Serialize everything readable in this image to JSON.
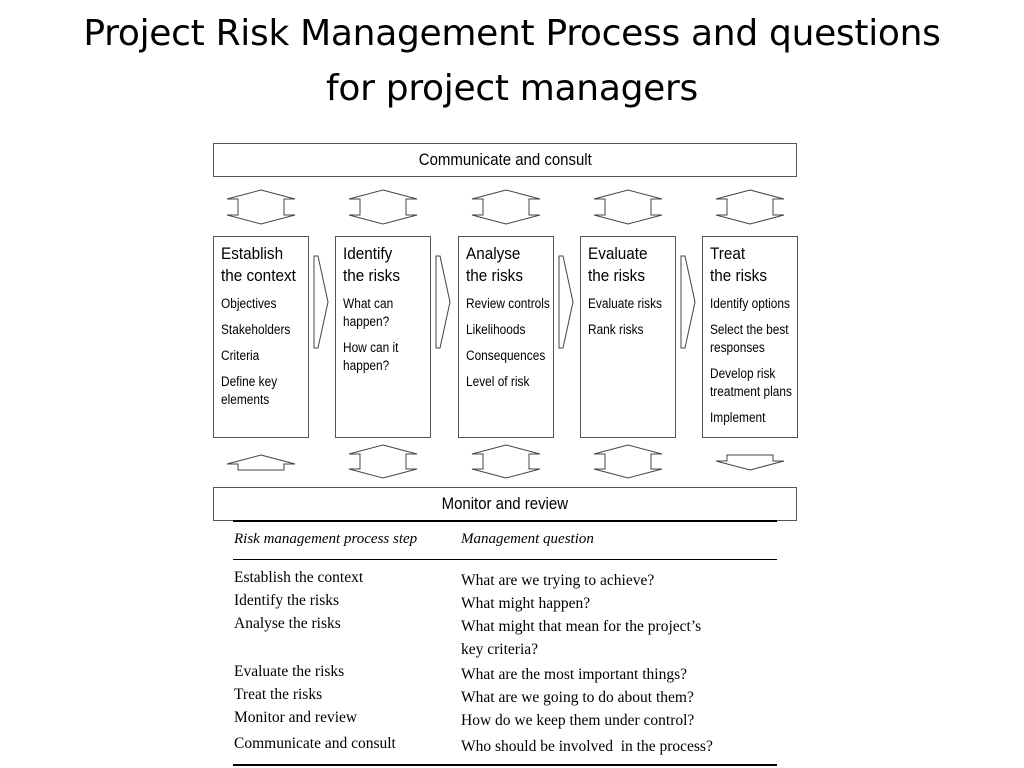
{
  "title": {
    "line1": "Project Risk Management Process and questions",
    "line2": "for project managers"
  },
  "diagram": {
    "top_bar": "Communicate and consult",
    "bottom_bar": "Monitor and review",
    "steps": [
      {
        "title1": "Establish",
        "title2": "the context",
        "items": [
          "Objectives",
          "Stakeholders",
          "Criteria",
          "Define key elements"
        ]
      },
      {
        "title1": "Identify",
        "title2": "the risks",
        "items": [
          "What can happen?",
          "How can it happen?"
        ]
      },
      {
        "title1": "Analyse",
        "title2": "the risks",
        "items": [
          "Review controls",
          "Likelihoods",
          "Consequences",
          "Level of risk"
        ]
      },
      {
        "title1": "Evaluate",
        "title2": "the risks",
        "items": [
          "Evaluate risks",
          "Rank risks"
        ]
      },
      {
        "title1": "Treat",
        "title2": "the risks",
        "items": [
          "Identify options",
          "Select the best responses",
          "Develop risk treatment plans",
          "Implement"
        ]
      }
    ]
  },
  "table": {
    "header_step": "Risk management process step",
    "header_question": "Management question",
    "rows": [
      {
        "step": "Establish the context",
        "question": "What are we trying to achieve?"
      },
      {
        "step": "Identify the risks",
        "question": "What might happen?"
      },
      {
        "step": "Analyse the risks",
        "question": "What might that mean for the project’s key criteria?"
      },
      {
        "step": "Evaluate the risks",
        "question": "What are the most important things?"
      },
      {
        "step": "Treat the risks",
        "question": "What are we going to do about them?"
      },
      {
        "step": "Monitor and review",
        "question": "How do we keep them under control?"
      },
      {
        "step": "Communicate and consult",
        "question": "Who should be involved  in the process?"
      }
    ]
  }
}
